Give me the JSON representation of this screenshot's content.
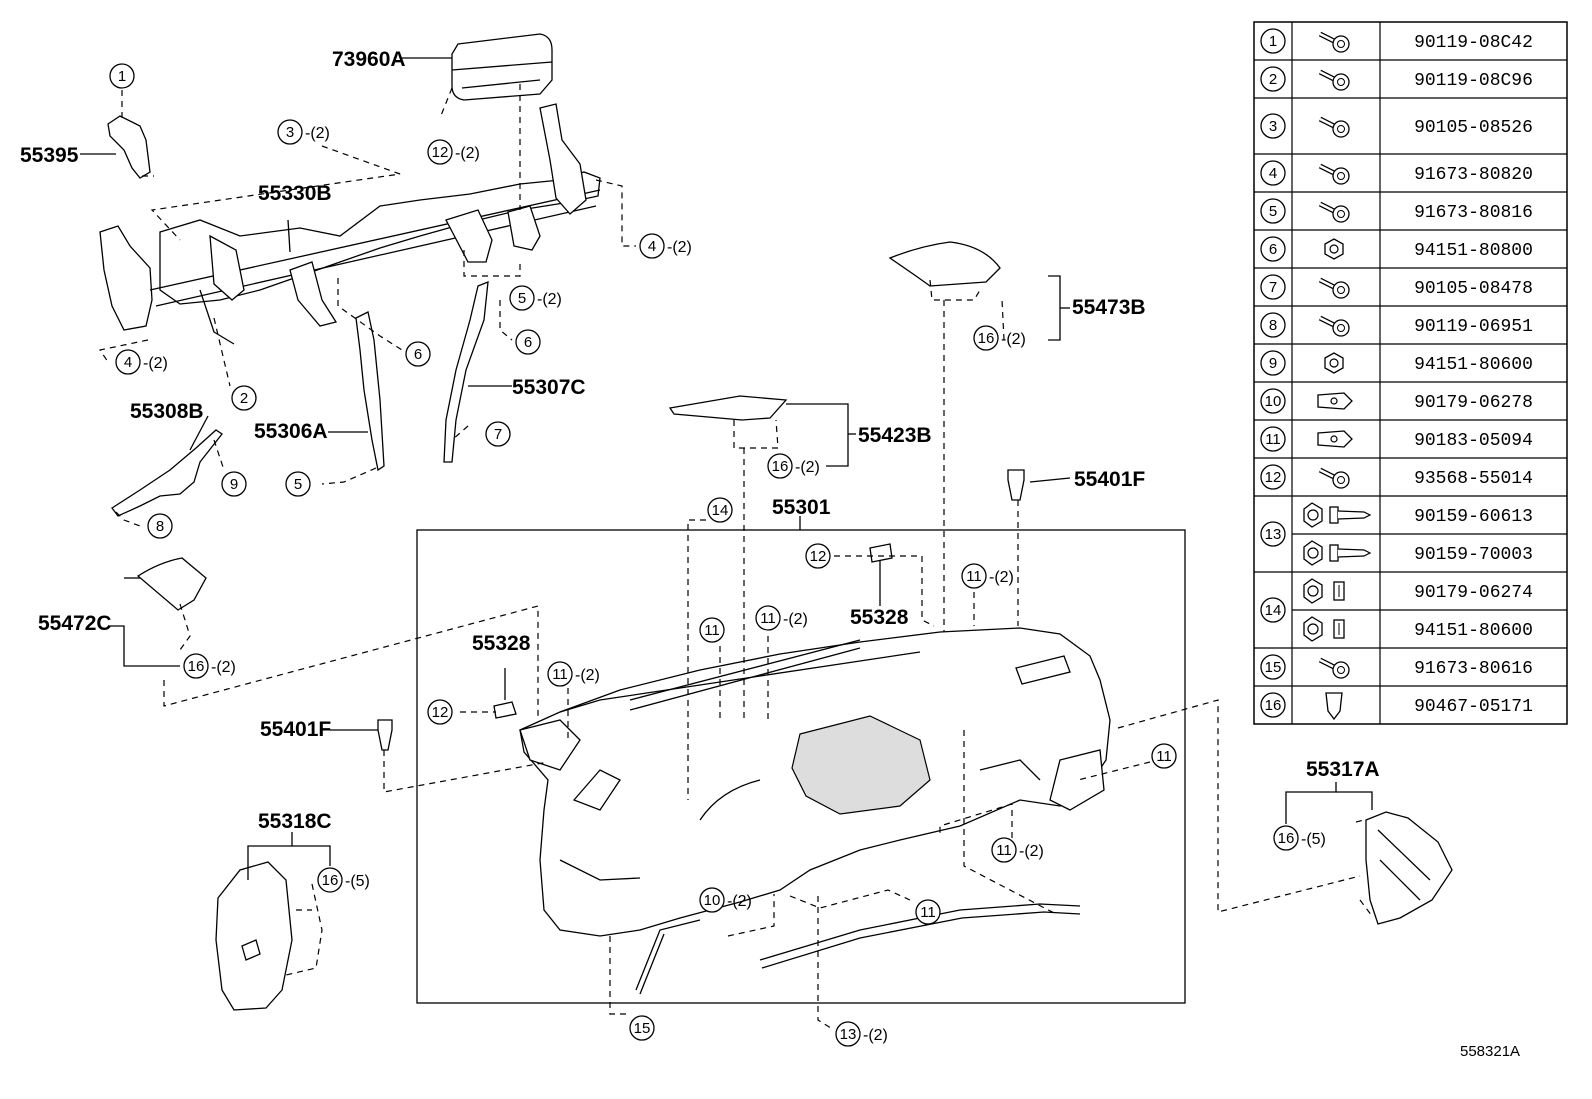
{
  "diagram": {
    "parts": [
      {
        "id": "p-73960a",
        "label": "73960A"
      },
      {
        "id": "p-55395",
        "label": "55395"
      },
      {
        "id": "p-55330b",
        "label": "55330B"
      },
      {
        "id": "p-55308b",
        "label": "55308B"
      },
      {
        "id": "p-55306a",
        "label": "55306A"
      },
      {
        "id": "p-55307c",
        "label": "55307C"
      },
      {
        "id": "p-55473b",
        "label": "55473B"
      },
      {
        "id": "p-55423b",
        "label": "55423B"
      },
      {
        "id": "p-55401f-a",
        "label": "55401F"
      },
      {
        "id": "p-55401f-b",
        "label": "55401F"
      },
      {
        "id": "p-55301",
        "label": "55301"
      },
      {
        "id": "p-55328-a",
        "label": "55328"
      },
      {
        "id": "p-55328-b",
        "label": "55328"
      },
      {
        "id": "p-55472c",
        "label": "55472C"
      },
      {
        "id": "p-55318c",
        "label": "55318C"
      },
      {
        "id": "p-55317a",
        "label": "55317A"
      }
    ],
    "callouts": [
      {
        "num": "1",
        "qty": ""
      },
      {
        "num": "3",
        "qty": "-(2)"
      },
      {
        "num": "12",
        "qty": "-(2)"
      },
      {
        "num": "4",
        "qty": "-(2)"
      },
      {
        "num": "5",
        "qty": "-(2)"
      },
      {
        "num": "6",
        "qty": ""
      },
      {
        "num": "6",
        "qty": ""
      },
      {
        "num": "4",
        "qty": "-(2)"
      },
      {
        "num": "2",
        "qty": ""
      },
      {
        "num": "7",
        "qty": ""
      },
      {
        "num": "9",
        "qty": ""
      },
      {
        "num": "5",
        "qty": ""
      },
      {
        "num": "8",
        "qty": ""
      },
      {
        "num": "16",
        "qty": "-(2)"
      },
      {
        "num": "16",
        "qty": "-(2)"
      },
      {
        "num": "14",
        "qty": ""
      },
      {
        "num": "12",
        "qty": ""
      },
      {
        "num": "11",
        "qty": "-(2)"
      },
      {
        "num": "11",
        "qty": ""
      },
      {
        "num": "11",
        "qty": "-(2)"
      },
      {
        "num": "16",
        "qty": "-(2)"
      },
      {
        "num": "12",
        "qty": ""
      },
      {
        "num": "11",
        "qty": "-(2)"
      },
      {
        "num": "11",
        "qty": ""
      },
      {
        "num": "11",
        "qty": "-(2)"
      },
      {
        "num": "10",
        "qty": "-(2)"
      },
      {
        "num": "11",
        "qty": ""
      },
      {
        "num": "16",
        "qty": "-(5)"
      },
      {
        "num": "16",
        "qty": "-(5)"
      },
      {
        "num": "15",
        "qty": ""
      },
      {
        "num": "13",
        "qty": "-(2)"
      }
    ],
    "figure_ref": "558321A"
  },
  "parts_table": {
    "rows": [
      {
        "ref": "1",
        "parts": [
          "90119-08C42"
        ]
      },
      {
        "ref": "2",
        "parts": [
          "90119-08C96"
        ]
      },
      {
        "ref": "3",
        "parts": [
          "90105-08526"
        ]
      },
      {
        "ref": "4",
        "parts": [
          "91673-80820"
        ]
      },
      {
        "ref": "5",
        "parts": [
          "91673-80816"
        ]
      },
      {
        "ref": "6",
        "parts": [
          "94151-80800"
        ]
      },
      {
        "ref": "7",
        "parts": [
          "90105-08478"
        ]
      },
      {
        "ref": "8",
        "parts": [
          "90119-06951"
        ]
      },
      {
        "ref": "9",
        "parts": [
          "94151-80600"
        ]
      },
      {
        "ref": "10",
        "parts": [
          "90179-06278"
        ]
      },
      {
        "ref": "11",
        "parts": [
          "90183-05094"
        ]
      },
      {
        "ref": "12",
        "parts": [
          "93568-55014"
        ]
      },
      {
        "ref": "13",
        "parts": [
          "90159-60613",
          "90159-70003"
        ]
      },
      {
        "ref": "14",
        "parts": [
          "90179-06274",
          "94151-80600"
        ]
      },
      {
        "ref": "15",
        "parts": [
          "91673-80616"
        ]
      },
      {
        "ref": "16",
        "parts": [
          "90467-05171"
        ]
      }
    ]
  }
}
